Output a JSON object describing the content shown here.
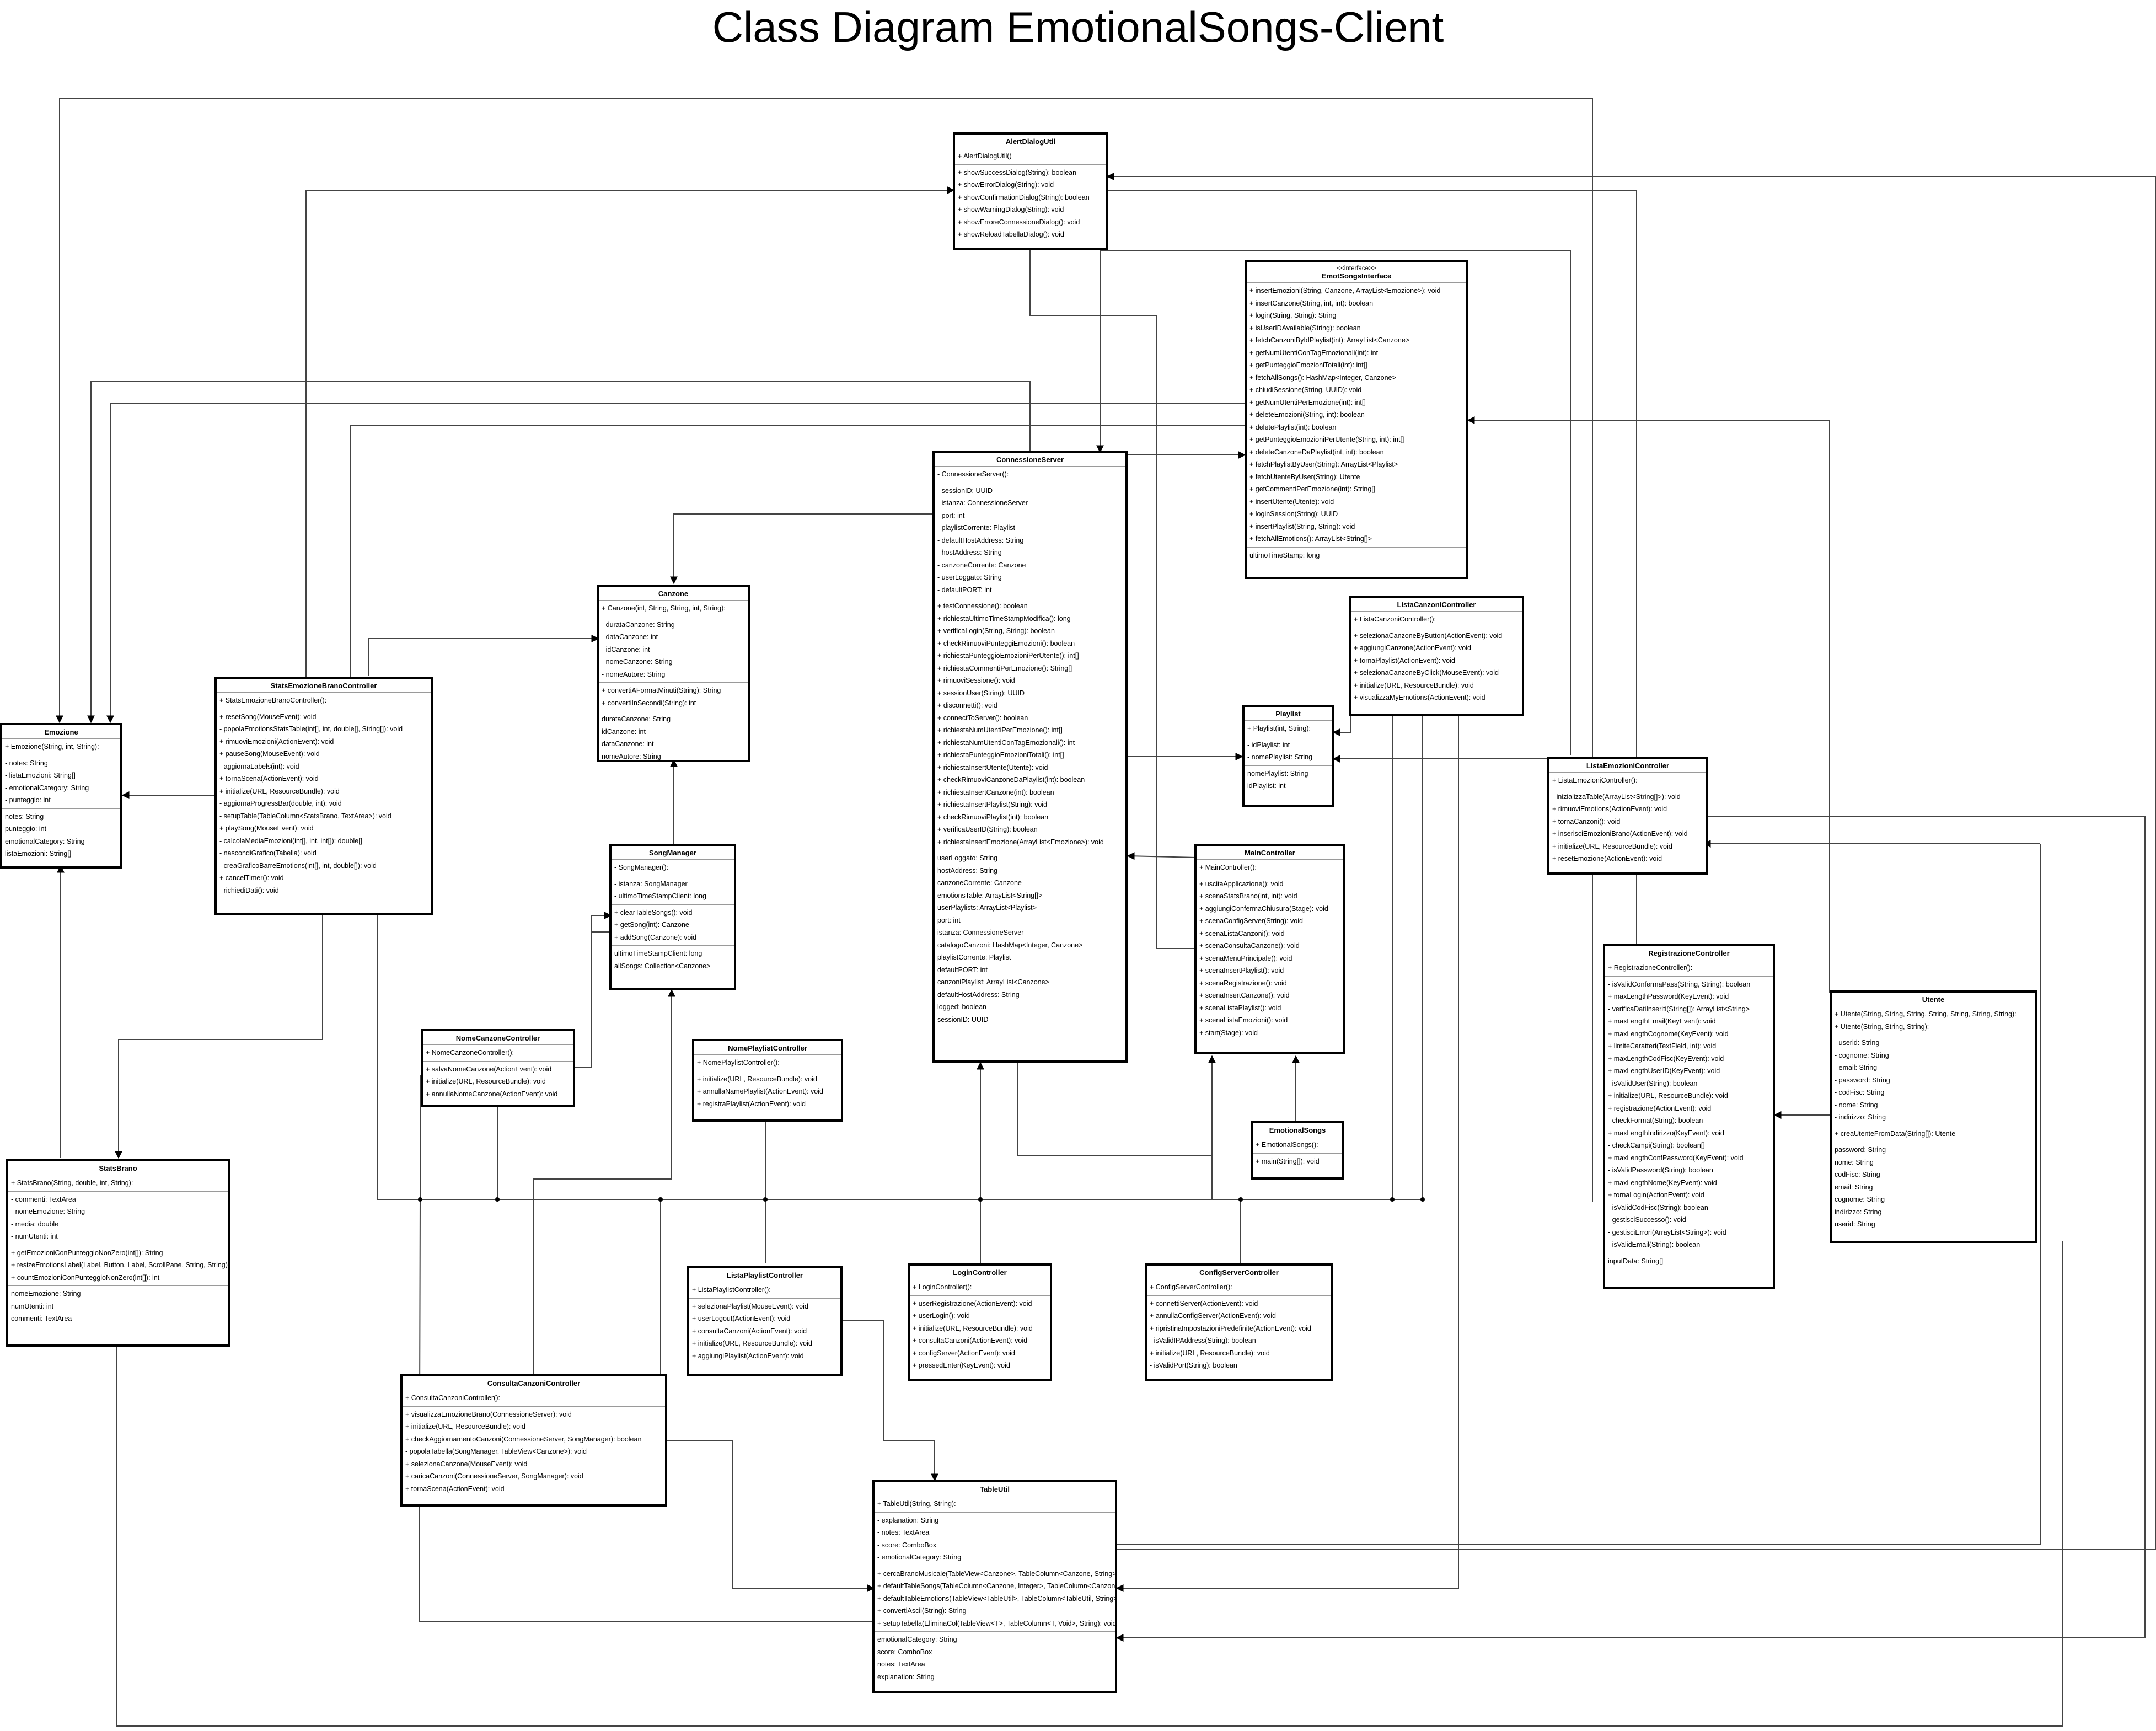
{
  "title": "Class Diagram EmotionalSongs-Client",
  "classes": [
    {
      "id": "AlertDialogUtil",
      "name": "AlertDialogUtil",
      "compartments": [
        [
          "+ AlertDialogUtil()"
        ],
        [
          "+ showSuccessDialog(String): boolean",
          "+ showErrorDialog(String): void",
          "+ showConfirmationDialog(String): boolean",
          "+ showWarningDialog(String): void",
          "+ showErroreConnessioneDialog(): void",
          "+ showReloadTabellaDialog(): void"
        ]
      ]
    },
    {
      "id": "EmotSongsInterface",
      "name": "EmotSongsInterface",
      "stereotype": "<<interface>>",
      "compartments": [
        [
          "+ insertEmozioni(String, Canzone, ArrayList<Emozione>): void",
          "+ insertCanzone(String, int, int): boolean",
          "+ login(String, String): String",
          "+ isUserIDAvailable(String): boolean",
          "+ fetchCanzoniByIdPlaylist(int): ArrayList<Canzone>",
          "+ getNumUtentiConTagEmozionali(int): int",
          "+ getPunteggioEmozioniTotali(int): int[]",
          "+ fetchAllSongs(): HashMap<Integer, Canzone>",
          "+ chiudiSessione(String, UUID): void",
          "+ getNumUtentiPerEmozione(int): int[]",
          "+ deleteEmozioni(String, int): boolean",
          "+ deletePlaylist(int): boolean",
          "+ getPunteggioEmozioniPerUtente(String, int): int[]",
          "+ deleteCanzoneDaPlaylist(int, int): boolean",
          "+ fetchPlaylistByUser(String): ArrayList<Playlist>",
          "+ fetchUtenteByUser(String): Utente",
          "+ getCommentiPerEmozione(int): String[]",
          "+ insertUtente(Utente): void",
          "+ loginSession(String): UUID",
          "+ insertPlaylist(String, String): void",
          "+ fetchAllEmotions(): ArrayList<String[]>"
        ],
        [
          "ultimoTimeStamp: long"
        ]
      ]
    },
    {
      "id": "ConnessioneServer",
      "name": "ConnessioneServer",
      "compartments": [
        [
          "- ConnessioneServer():"
        ],
        [
          "- sessionID: UUID",
          "- istanza: ConnessioneServer",
          "- port: int",
          "- playlistCorrente: Playlist",
          "- defaultHostAddress: String",
          "- hostAddress: String",
          "- canzoneCorrente: Canzone",
          "- userLoggato: String",
          "- defaultPORT: int"
        ],
        [
          "+ testConnessione(): boolean",
          "+ richiestaUltimoTimeStampModifica(): long",
          "+ verificaLogin(String, String): boolean",
          "+ checkRimuoviPunteggiEmozioni(): boolean",
          "+ richiestaPunteggioEmozioniPerUtente(): int[]",
          "+ richiestaCommentiPerEmozione(): String[]",
          "+ rimuoviSessione(): void",
          "+ sessionUser(String): UUID",
          "+ disconnetti(): void",
          "+ connectToServer(): boolean",
          "+ richiestaNumUtentiPerEmozione(): int[]",
          "+ richiestaNumUtentiConTagEmozionali(): int",
          "+ richiestaPunteggioEmozioniTotali(): int[]",
          "+ richiestaInsertUtente(Utente): void",
          "+ checkRimuoviCanzoneDaPlaylist(int): boolean",
          "+ richiestaInsertCanzone(int): boolean",
          "+ richiestaInsertPlaylist(String): void",
          "+ checkRimuoviPlaylist(int): boolean",
          "+ verificaUserID(String): boolean",
          "+ richiestaInsertEmozione(ArrayList<Emozione>): void"
        ],
        [
          "userLoggato: String",
          "hostAddress: String",
          "canzoneCorrente: Canzone",
          "emotionsTable: ArrayList<String[]>",
          "userPlaylists: ArrayList<Playlist>",
          "port: int",
          "istanza: ConnessioneServer",
          "catalogoCanzoni: HashMap<Integer, Canzone>",
          "playlistCorrente: Playlist",
          "defaultPORT: int",
          "canzoniPlaylist: ArrayList<Canzone>",
          "defaultHostAddress: String",
          "logged: boolean",
          "sessionID: UUID"
        ]
      ]
    },
    {
      "id": "Canzone",
      "name": "Canzone",
      "compartments": [
        [
          "+ Canzone(int, String, String, int, String):"
        ],
        [
          "- durataCanzone: String",
          "- dataCanzone: int",
          "- idCanzone: int",
          "- nomeCanzone: String",
          "- nomeAutore: String"
        ],
        [
          "+ convertiAFormatMinuti(String): String",
          "+ convertiInSecondi(String): int"
        ],
        [
          "durataCanzone: String",
          "idCanzone: int",
          "dataCanzone: int",
          "nomeAutore: String",
          "nomeCanzone: String"
        ]
      ]
    },
    {
      "id": "StatsEmozioneBranoController",
      "name": "StatsEmozioneBranoController",
      "compartments": [
        [
          "+ StatsEmozioneBranoController():"
        ],
        [
          "+ resetSong(MouseEvent): void",
          "- popolaEmotionsStatsTable(int[], int, double[], String[]): void",
          "+ rimuoviEmozioni(ActionEvent): void",
          "+ pauseSong(MouseEvent): void",
          "- aggiornaLabels(int): void",
          "+ tornaScena(ActionEvent): void",
          "+ initialize(URL, ResourceBundle): void",
          "- aggiornaProgressBar(double, int): void",
          "- setupTable(TableColumn<StatsBrano, TextArea>): void",
          "+ playSong(MouseEvent): void",
          "- calcolaMediaEmozioni(int[], int, int[]): double[]",
          "- nascondiGrafico(Tabella): void",
          "- creaGraficoBarreEmotions(int[], int, double[]): void",
          "+ cancelTimer(): void",
          "- richiediDati(): void"
        ]
      ]
    },
    {
      "id": "Emozione",
      "name": "Emozione",
      "compartments": [
        [
          "+ Emozione(String, int, String):"
        ],
        [
          "- notes: String",
          "- listaEmozioni: String[]",
          "- emotionalCategory: String",
          "- punteggio: int"
        ],
        [
          "notes: String",
          "punteggio: int",
          "emotionalCategory: String",
          "listaEmozioni: String[]"
        ]
      ]
    },
    {
      "id": "SongManager",
      "name": "SongManager",
      "compartments": [
        [
          "- SongManager():"
        ],
        [
          "- istanza: SongManager",
          "- ultimoTimeStampClient: long"
        ],
        [
          "+ clearTableSongs(): void",
          "+ getSong(int): Canzone",
          "+ addSong(Canzone): void"
        ],
        [
          "ultimoTimeStampClient: long",
          "allSongs: Collection<Canzone>"
        ]
      ]
    },
    {
      "id": "ListaCanzoniController",
      "name": "ListaCanzoniController",
      "compartments": [
        [
          "+ ListaCanzoniController():"
        ],
        [
          "+ selezionaCanzoneByButton(ActionEvent): void",
          "+ aggiungiCanzone(ActionEvent): void",
          "+ tornaPlaylist(ActionEvent): void",
          "+ selezionaCanzoneByClick(MouseEvent): void",
          "+ initialize(URL, ResourceBundle): void",
          "+ visualizzaMyEmotions(ActionEvent): void"
        ]
      ]
    },
    {
      "id": "Playlist",
      "name": "Playlist",
      "compartments": [
        [
          "+ Playlist(int, String):"
        ],
        [
          "- idPlaylist: int",
          "- nomePlaylist: String"
        ],
        [
          "nomePlaylist: String",
          "idPlaylist: int"
        ]
      ]
    },
    {
      "id": "ListaEmozioniController",
      "name": "ListaEmozioniController",
      "compartments": [
        [
          "+ ListaEmozioniController():"
        ],
        [
          "- inizializzaTable(ArrayList<String[]>): void",
          "+ rimuoviEmotions(ActionEvent): void",
          "+ tornaCanzoni(): void",
          "+ inserisciEmozioniBrano(ActionEvent): void",
          "+ initialize(URL, ResourceBundle): void",
          "+ resetEmozione(ActionEvent): void"
        ]
      ]
    },
    {
      "id": "MainController",
      "name": "MainController",
      "compartments": [
        [
          "+ MainController():"
        ],
        [
          "+ uscitaApplicazione(): void",
          "+ scenaStatsBrano(int, int): void",
          "+ aggiungiConfermaChiusura(Stage): void",
          "+ scenaConfigServer(String): void",
          "+ scenaListaCanzoni(): void",
          "+ scenaConsultaCanzone(): void",
          "+ scenaMenuPrincipale(): void",
          "+ scenaInsertPlaylist(): void",
          "+ scenaRegistrazione(): void",
          "+ scenaInsertCanzone(): void",
          "+ scenaListaPlaylist(): void",
          "+ scenaListaEmozioni(): void",
          "+ start(Stage): void"
        ]
      ]
    },
    {
      "id": "RegistrazioneController",
      "name": "RegistrazioneController",
      "compartments": [
        [
          "+ RegistrazioneController():"
        ],
        [
          "- isValidConfermaPass(String, String): boolean",
          "+ maxLengthPassword(KeyEvent): void",
          "- verificaDatiInseriti(String[]): ArrayList<String>",
          "+ maxLengthEmail(KeyEvent): void",
          "+ maxLengthCognome(KeyEvent): void",
          "+ limiteCaratteri(TextField, int): void",
          "+ maxLengthCodFisc(KeyEvent): void",
          "+ maxLengthUserID(KeyEvent): void",
          "- isValidUser(String): boolean",
          "+ initialize(URL, ResourceBundle): void",
          "+ registrazione(ActionEvent): void",
          "- checkFormat(String): boolean",
          "+ maxLengthIndirizzo(KeyEvent): void",
          "- checkCampi(String): boolean[]",
          "+ maxLengthConfPassword(KeyEvent): void",
          "- isValidPassword(String): boolean",
          "+ maxLengthNome(KeyEvent): void",
          "+ tornaLogin(ActionEvent): void",
          "- isValidCodFisc(String): boolean",
          "- gestisciSuccesso(): void",
          "- gestisciErrori(ArrayList<String>): void",
          "- isValidEmail(String): boolean"
        ],
        [
          "inputData: String[]"
        ]
      ]
    },
    {
      "id": "Utente",
      "name": "Utente",
      "compartments": [
        [
          "+ Utente(String, String, String, String, String, String, String):",
          "+ Utente(String, String, String):"
        ],
        [
          "- userid: String",
          "- cognome: String",
          "- email: String",
          "- password: String",
          "- codFisc: String",
          "- nome: String",
          "- indirizzo: String"
        ],
        [
          "+ creaUtenteFromData(String[]): Utente"
        ],
        [
          "password: String",
          "nome: String",
          "codFisc: String",
          "email: String",
          "cognome: String",
          "indirizzo: String",
          "userid: String"
        ]
      ]
    },
    {
      "id": "NomeCanzoneController",
      "name": "NomeCanzoneController",
      "compartments": [
        [
          "+ NomeCanzoneController():"
        ],
        [
          "+ salvaNomeCanzone(ActionEvent): void",
          "+ initialize(URL, ResourceBundle): void",
          "+ annullaNomeCanzone(ActionEvent): void"
        ]
      ]
    },
    {
      "id": "NomePlaylistController",
      "name": "NomePlaylistController",
      "compartments": [
        [
          "+ NomePlaylistController():"
        ],
        [
          "+ initialize(URL, ResourceBundle): void",
          "+ annullaNamePlaylist(ActionEvent): void",
          "+ registraPlaylist(ActionEvent): void"
        ]
      ]
    },
    {
      "id": "EmotionalSongs",
      "name": "EmotionalSongs",
      "compartments": [
        [
          "+ EmotionalSongs():"
        ],
        [
          "+ main(String[]): void"
        ]
      ]
    },
    {
      "id": "StatsBrano",
      "name": "StatsBrano",
      "compartments": [
        [
          "+ StatsBrano(String, double, int, String):"
        ],
        [
          "- commenti: TextArea",
          "- nomeEmozione: String",
          "- media: double",
          "- numUtenti: int"
        ],
        [
          "+ getEmozioniConPunteggioNonZero(int[]): String",
          "+ resizeEmotionsLabel(Label, Button, Label, ScrollPane, String, String): void",
          "+ countEmozioniConPunteggioNonZero(int[]): int"
        ],
        [
          "nomeEmozione: String",
          "numUtenti: int",
          "commenti: TextArea"
        ]
      ]
    },
    {
      "id": "ListaPlaylistController",
      "name": "ListaPlaylistController",
      "compartments": [
        [
          "+ ListaPlaylistController():"
        ],
        [
          "+ selezionaPlaylist(MouseEvent): void",
          "+ userLogout(ActionEvent): void",
          "+ consultaCanzoni(ActionEvent): void",
          "+ initialize(URL, ResourceBundle): void",
          "+ aggiungiPlaylist(ActionEvent): void"
        ]
      ]
    },
    {
      "id": "LoginController",
      "name": "LoginController",
      "compartments": [
        [
          "+ LoginController():"
        ],
        [
          "+ userRegistrazione(ActionEvent): void",
          "+ userLogin(): void",
          "+ initialize(URL, ResourceBundle): void",
          "+ consultaCanzoni(ActionEvent): void",
          "+ configServer(ActionEvent): void",
          "+ pressedEnter(KeyEvent): void"
        ]
      ]
    },
    {
      "id": "ConfigServerController",
      "name": "ConfigServerController",
      "compartments": [
        [
          "+ ConfigServerController():"
        ],
        [
          "+ connettiServer(ActionEvent): void",
          "+ annullaConfigServer(ActionEvent): void",
          "+ ripristinaImpostazioniPredefinite(ActionEvent): void",
          "- isValidIPAddress(String): boolean",
          "+ initialize(URL, ResourceBundle): void",
          "- isValidPort(String): boolean"
        ]
      ]
    },
    {
      "id": "ConsultaCanzoniController",
      "name": "ConsultaCanzoniController",
      "compartments": [
        [
          "+ ConsultaCanzoniController():"
        ],
        [
          "+ visualizzaEmozioneBrano(ConnessioneServer): void",
          "+ initialize(URL, ResourceBundle): void",
          "+ checkAggiornamentoCanzoni(ConnessioneServer, SongManager): boolean",
          "- popolaTabella(SongManager, TableView<Canzone>): void",
          "+ selezionaCanzone(MouseEvent): void",
          "+ caricaCanzoni(ConnessioneServer, SongManager): void",
          "+ tornaScena(ActionEvent): void"
        ]
      ]
    },
    {
      "id": "TableUtil",
      "name": "TableUtil",
      "compartments": [
        [
          "+ TableUtil(String, String):"
        ],
        [
          "- explanation: String",
          "- notes: TextArea",
          "- score: ComboBox",
          "- emotionalCategory: String"
        ],
        [
          "+ cercaBranoMusicale(TableView<Canzone>, TableColumn<Canzone, String>): void",
          "+ defaultTableSongs(TableColumn<Canzone, Integer>, TableColumn<Canzone, String>): void",
          "+ defaultTableEmotions(TableView<TableUtil>, TableColumn<TableUtil, String>): void",
          "+ convertiAscii(String): String",
          "+ setupTabella(EliminaCol(TableView<T>, TableColumn<T, Void>, String): void"
        ],
        [
          "emotionalCategory: String",
          "score: ComboBox",
          "notes: TextArea",
          "explanation: String"
        ]
      ]
    }
  ]
}
